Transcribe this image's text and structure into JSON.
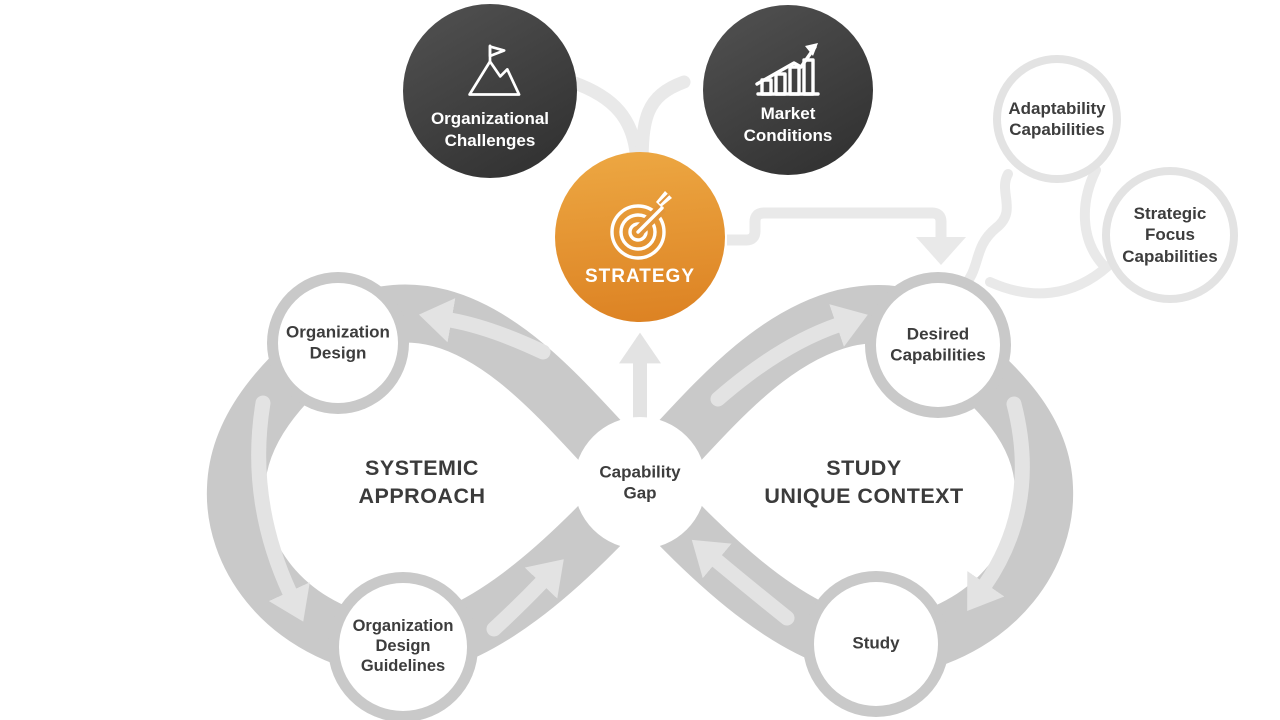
{
  "diagram": {
    "inputs": {
      "org_challenges": {
        "line1": "Organizational",
        "line2": "Challenges",
        "icon": "mountain-flag-icon"
      },
      "market_conditions": {
        "line1": "Market",
        "line2": "Conditions",
        "icon": "growth-chart-icon"
      }
    },
    "strategy": {
      "label": "STRATEGY",
      "icon": "target-dart-icon"
    },
    "capability_bubbles": {
      "adaptability": {
        "line1": "Adaptability",
        "line2": "Capabilities"
      },
      "strategic_focus": {
        "line1": "Strategic",
        "line2": "Focus",
        "line3": "Capabilities"
      }
    },
    "left_loop": {
      "title_line1": "SYSTEMIC",
      "title_line2": "APPROACH",
      "node_top": {
        "line1": "Organization",
        "line2": "Design"
      },
      "node_bottom": {
        "line1": "Organization",
        "line2": "Design",
        "line3": "Guidelines"
      }
    },
    "right_loop": {
      "title_line1": "STUDY",
      "title_line2": "UNIQUE CONTEXT",
      "node_top": {
        "line1": "Desired",
        "line2": "Capabilities"
      },
      "node_bottom": {
        "label": "Study"
      }
    },
    "center_node": {
      "line1": "Capability",
      "line2": "Gap"
    },
    "colors": {
      "band": "#c9c9c9",
      "band_arrow": "#e3e3e3",
      "connector": "#e9e9e9",
      "dark_circle_start": "#525252",
      "dark_circle_end": "#323232",
      "orange_start": "#eda843",
      "orange_end": "#dc8122",
      "bubble_border": "#e3e3e3",
      "text_dark": "#3d3d3d"
    }
  }
}
